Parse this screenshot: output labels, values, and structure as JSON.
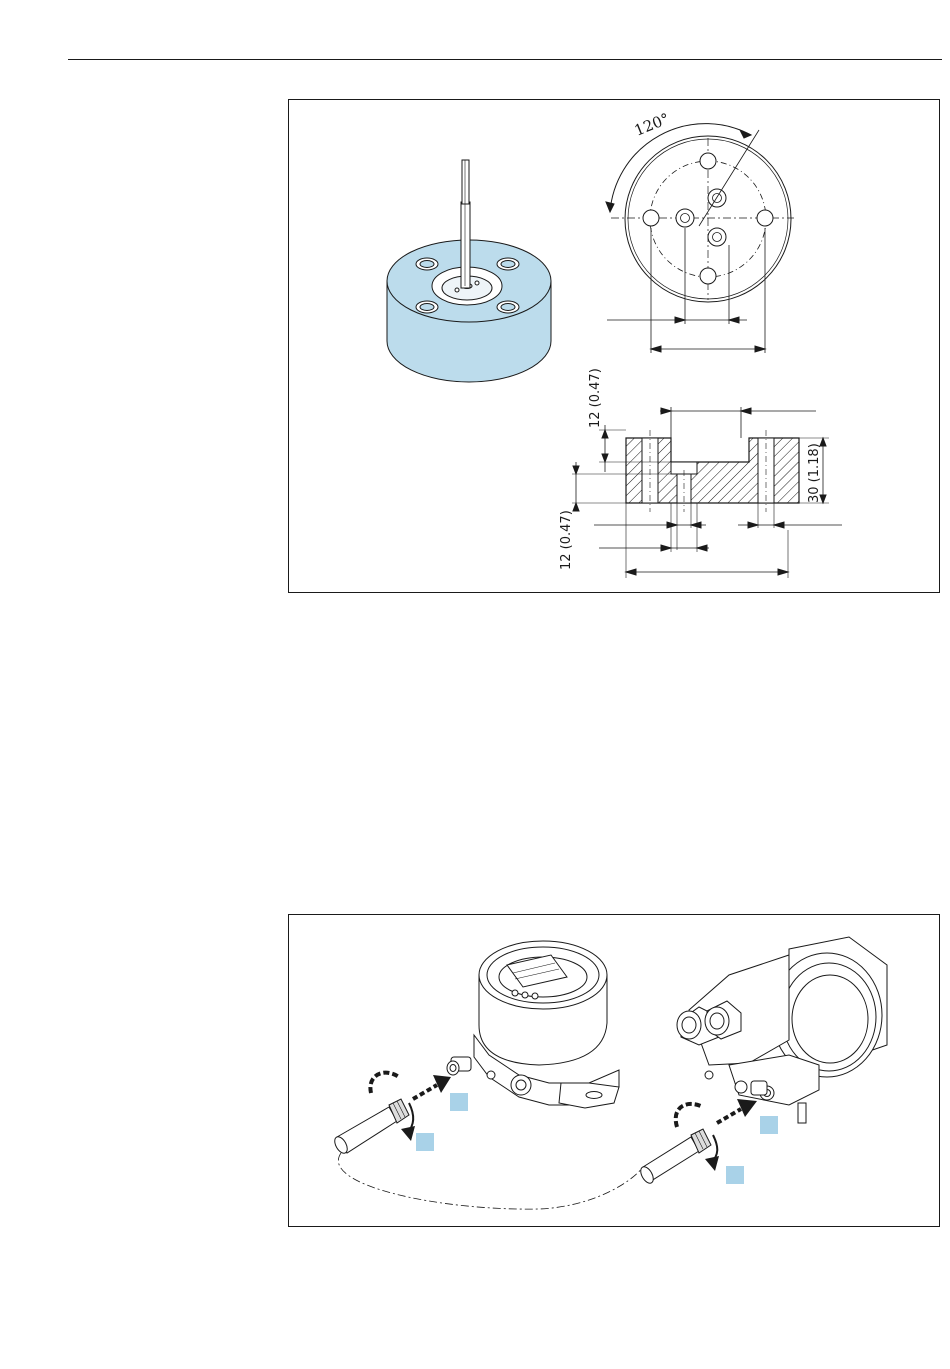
{
  "figure_1": {
    "angle_label": "120°",
    "dim_top_recess": "12 (0.47)",
    "dim_bottom_recess": "12 (0.47)",
    "dim_height": "30 (1.18)"
  },
  "figure_2": {
    "callout_fill": "#a9d2e8"
  },
  "colors": {
    "sensor_body": "#bcdcec",
    "line": "#1a1a1a"
  }
}
